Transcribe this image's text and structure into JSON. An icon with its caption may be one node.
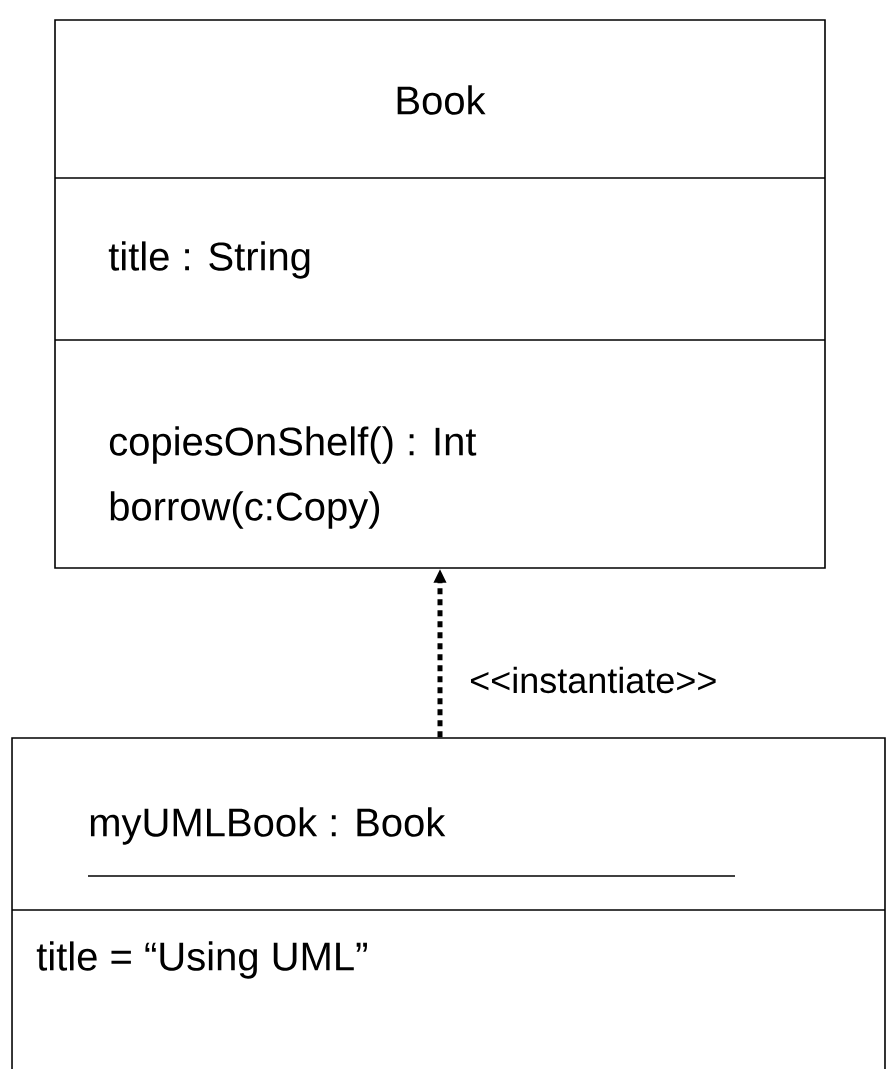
{
  "diagram": {
    "nodes": [
      {
        "text": [
          "Book",
          "title : String",
          "copiesOnShelf() : Int",
          "borrow(c:Copy)"
        ]
      },
      {
        "text": [
          "myUMLBook : Book",
          "title = “Using UML”"
        ]
      }
    ],
    "edges": [
      {
        "from": 1,
        "to": 0,
        "arrow": "to",
        "label": "<<instantiate>>",
        "style": "dashed"
      }
    ]
  }
}
